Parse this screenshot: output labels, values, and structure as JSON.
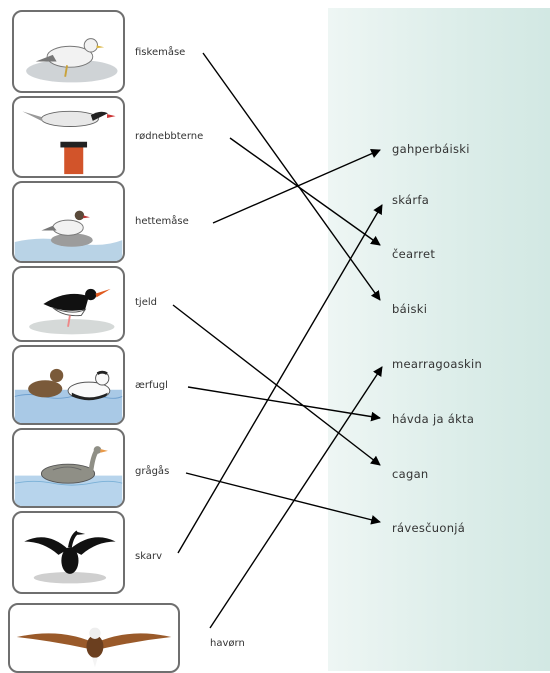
{
  "birds": [
    {
      "label": "fiskemåse",
      "icon": "gull-icon"
    },
    {
      "label": "rødnebbterne",
      "icon": "tern-icon"
    },
    {
      "label": "hettemåse",
      "icon": "gull-icon"
    },
    {
      "label": "tjeld",
      "icon": "oystercatcher-icon"
    },
    {
      "label": "ærfugl",
      "icon": "eider-icon"
    },
    {
      "label": "grågås",
      "icon": "goose-icon"
    },
    {
      "label": "skarv",
      "icon": "cormorant-icon"
    },
    {
      "label": "havørn",
      "icon": "eagle-icon"
    }
  ],
  "targets": [
    {
      "label": "gahperbáiski"
    },
    {
      "label": "skárfa"
    },
    {
      "label": "čearret"
    },
    {
      "label": "báiski"
    },
    {
      "label": "mearragoaskin"
    },
    {
      "label": "hávda ja ákta"
    },
    {
      "label": "cagan"
    },
    {
      "label": "rávesčuonjá"
    }
  ],
  "connections": [
    {
      "from": "fiskemåse",
      "to": "báiski"
    },
    {
      "from": "rødnebbterne",
      "to": "čearret"
    },
    {
      "from": "hettemåse",
      "to": "gahperbáiski"
    },
    {
      "from": "tjeld",
      "to": "cagan"
    },
    {
      "from": "ærfugl",
      "to": "hávda ja ákta"
    },
    {
      "from": "grågås",
      "to": "rávesčuonjá"
    },
    {
      "from": "skarv",
      "to": "skárfa"
    },
    {
      "from": "havørn",
      "to": "mearragoaskin"
    }
  ]
}
